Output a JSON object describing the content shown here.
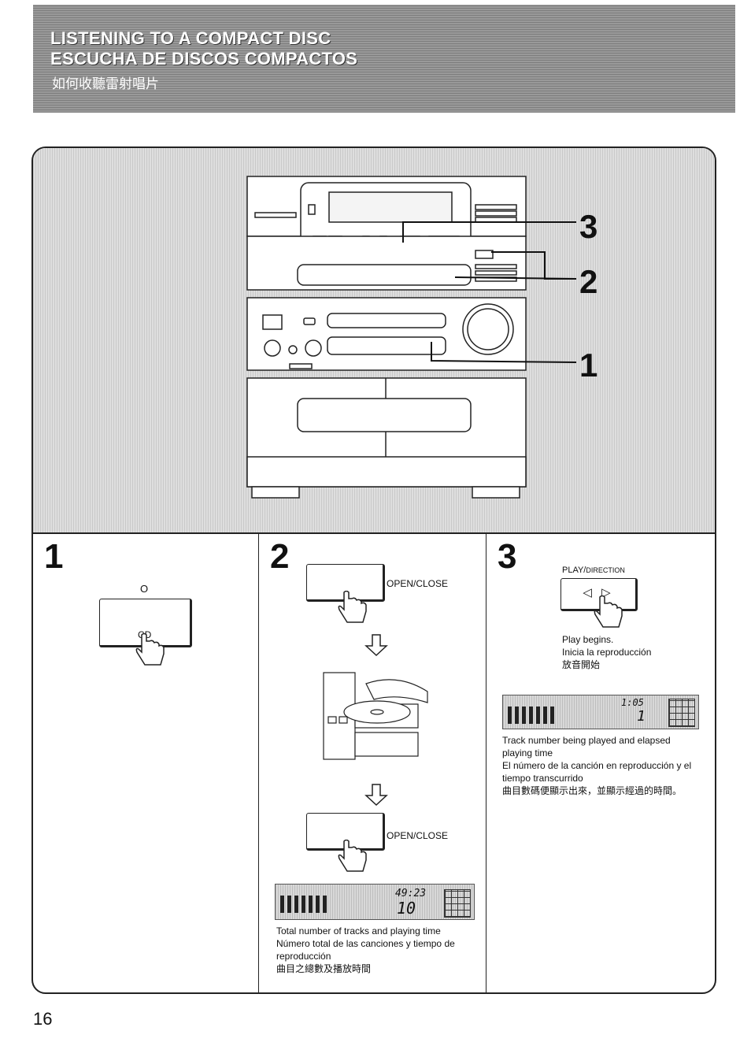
{
  "header": {
    "title_en": "LISTENING TO A COMPACT DISC",
    "title_es": "ESCUCHA DE DISCOS COMPACTOS",
    "title_zh": "如何收聽雷射唱片"
  },
  "illustration": {
    "callouts": [
      "3",
      "2",
      "1"
    ]
  },
  "step1": {
    "number": "1",
    "indicator": "O",
    "button_label": "CD"
  },
  "step2": {
    "number": "2",
    "button_label_top": "OPEN/CLOSE",
    "button_label_bottom": "OPEN/CLOSE",
    "display_readout": "49:23",
    "display_track": "10",
    "caption_en": "Total number of tracks and playing time",
    "caption_es": "Número total de las canciones y tiempo de reproducción",
    "caption_zh": "曲目之總數及播放時間"
  },
  "step3": {
    "number": "3",
    "button_label_main": "PLAY/",
    "button_label_sub": "DIRECTION",
    "arrows": "◁ ▷",
    "begins_en": "Play begins.",
    "begins_es": "Inicia la reproducción",
    "begins_zh": "放音開始",
    "display_readout": "1:05",
    "display_track": "1",
    "caption_en": "Track number being played and elapsed playing time",
    "caption_es": "El número de la canción en reproducción y el tiempo transcurrido",
    "caption_zh": "曲目數碼便顯示出來，並顯示經過的時間。"
  },
  "page_number": "16"
}
